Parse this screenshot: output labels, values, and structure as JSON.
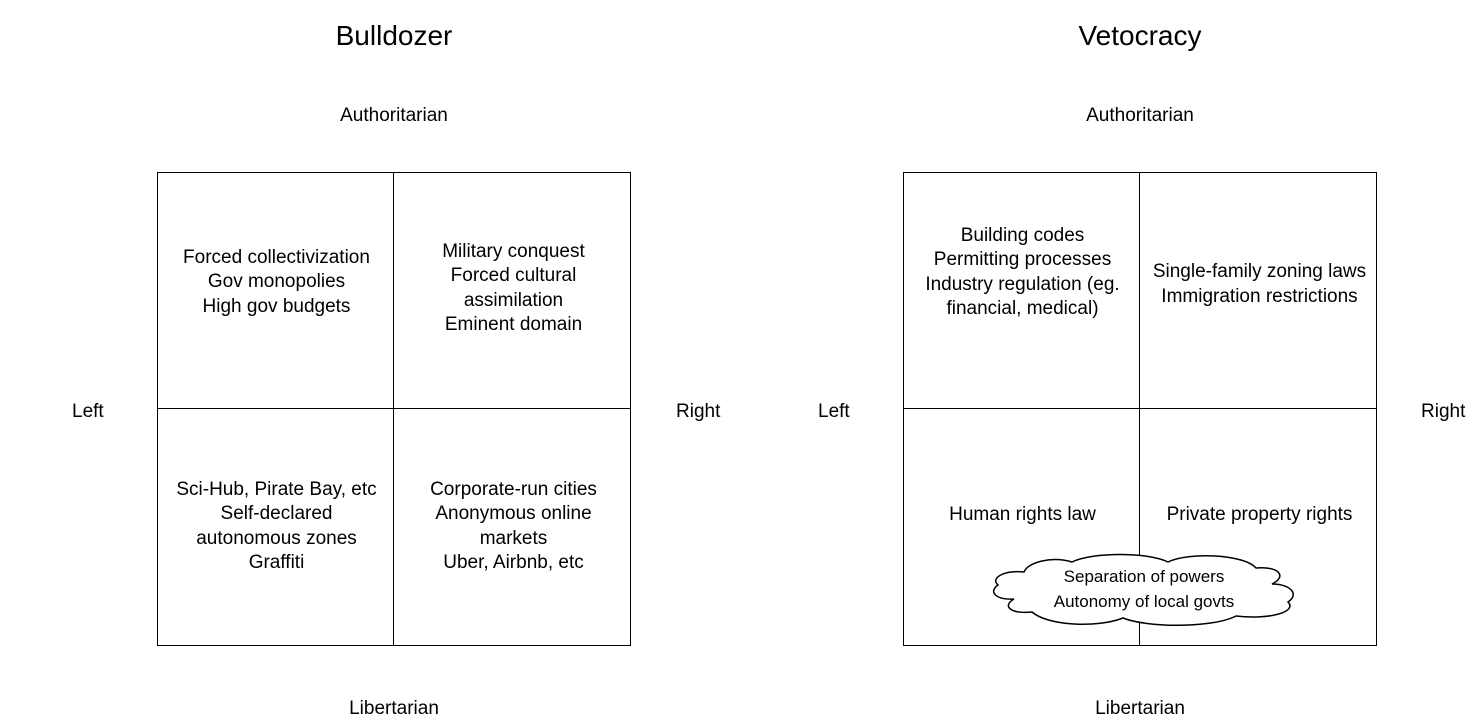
{
  "bulldozer": {
    "title": "Bulldozer",
    "axis_top": "Authoritarian",
    "axis_bottom": "Libertarian",
    "axis_left": "Left",
    "axis_right": "Right",
    "top_left": [
      "Forced collectivization",
      "Gov monopolies",
      "High gov budgets"
    ],
    "top_right": [
      "Military conquest",
      "Forced cultural",
      "assimilation",
      "Eminent domain"
    ],
    "bottom_left": [
      "Sci-Hub, Pirate Bay, etc",
      "Self-declared",
      "autonomous zones",
      "Graffiti"
    ],
    "bottom_right": [
      "Corporate-run cities",
      "Anonymous online",
      "markets",
      "Uber, Airbnb, etc"
    ]
  },
  "vetocracy": {
    "title": "Vetocracy",
    "axis_top": "Authoritarian",
    "axis_bottom": "Libertarian",
    "axis_left": "Left",
    "axis_right": "Right",
    "top_left": [
      "Building codes",
      "Permitting processes",
      "Industry regulation (eg.",
      "financial, medical)"
    ],
    "top_right": [
      "Single-family zoning laws",
      "Immigration restrictions"
    ],
    "bottom_left": [
      "Human rights law"
    ],
    "bottom_right": [
      "Private property rights"
    ],
    "cloud": [
      "Separation of powers",
      "Autonomy of local govts"
    ]
  }
}
